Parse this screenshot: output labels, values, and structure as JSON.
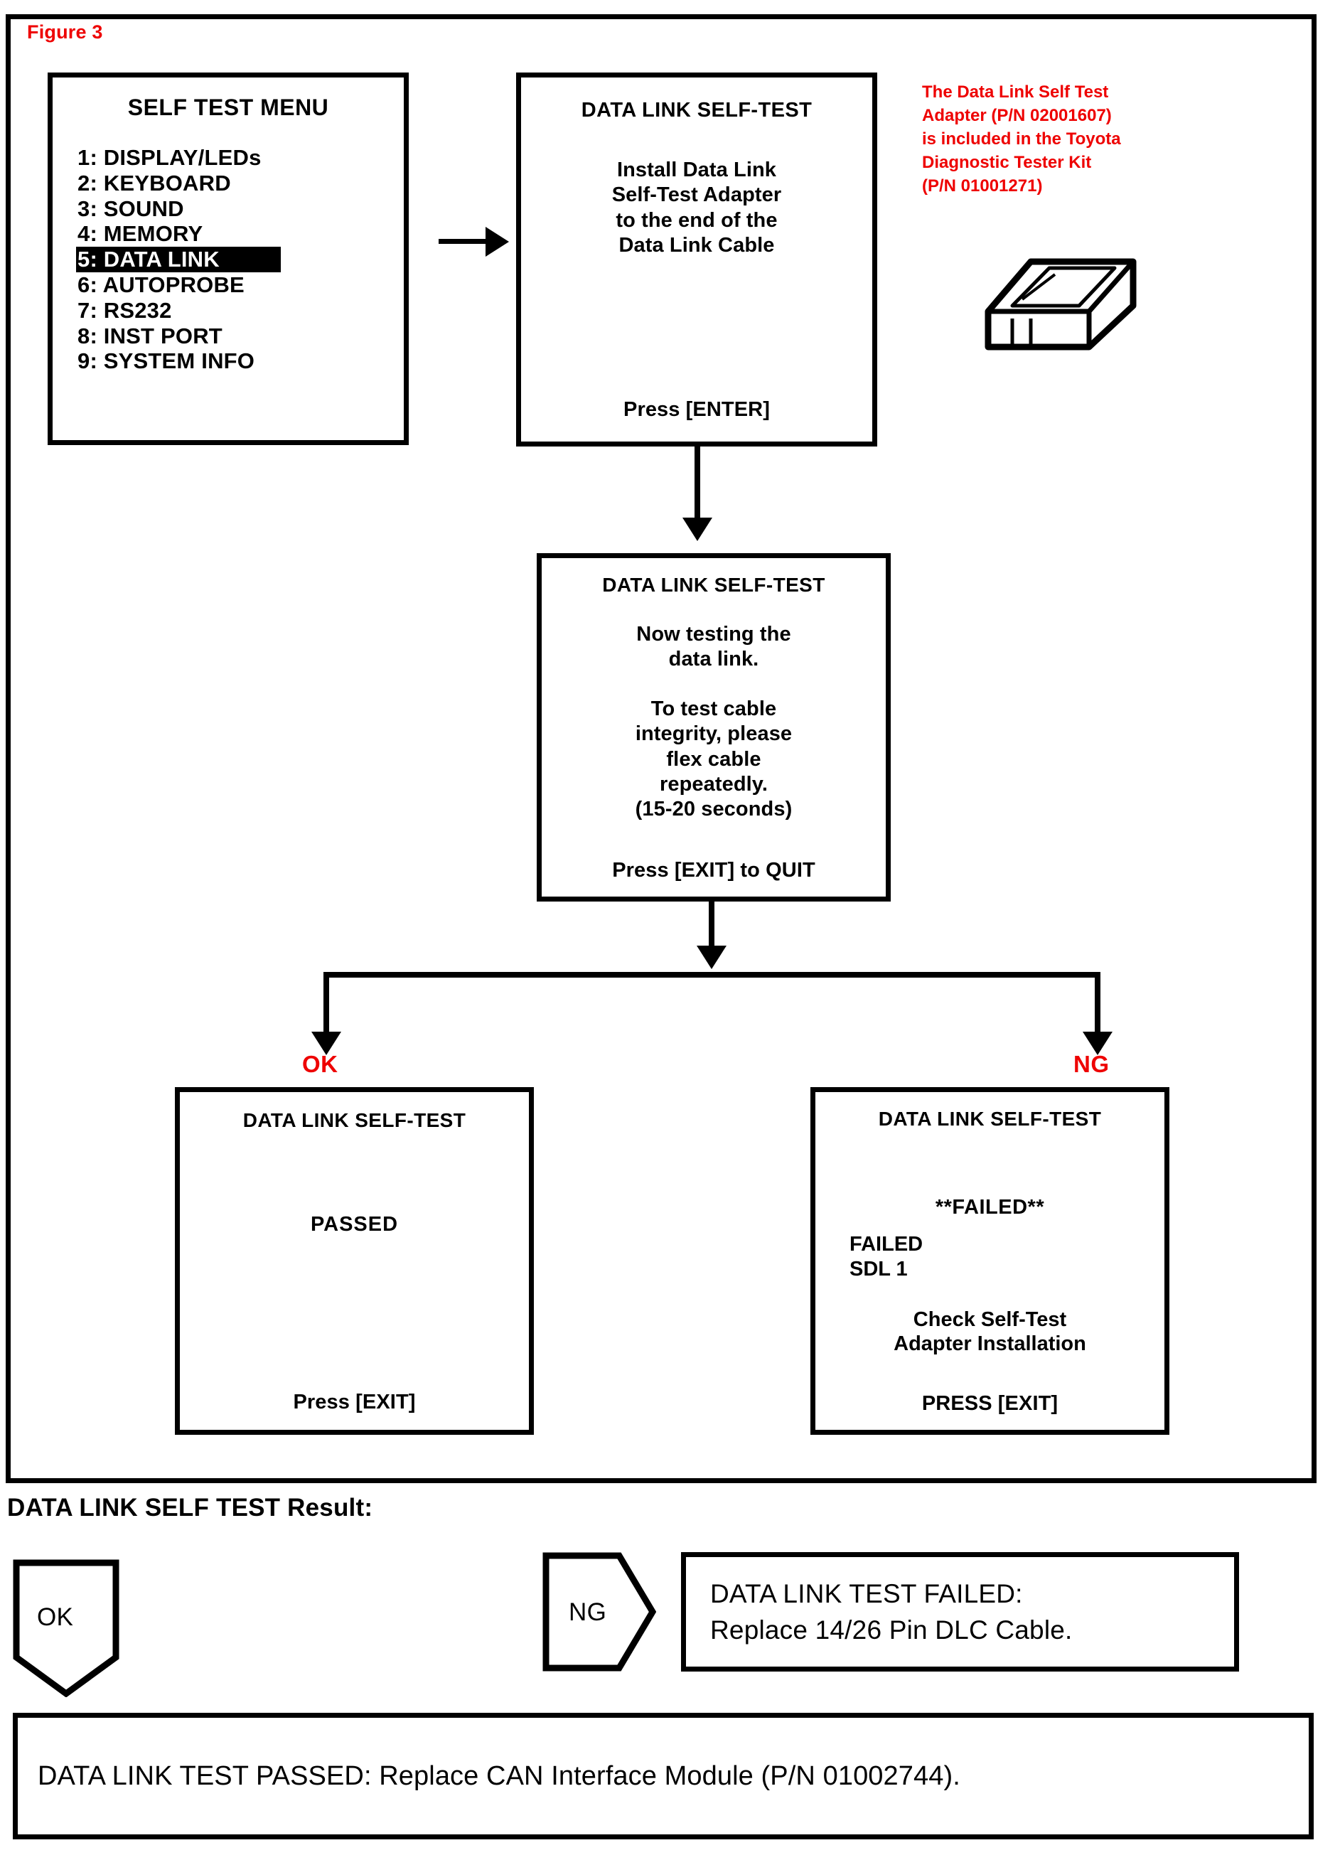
{
  "figure": {
    "label": "Figure 3"
  },
  "menu_screen": {
    "title": "SELF TEST MENU",
    "items": [
      {
        "label": "1: DISPLAY/LEDs",
        "selected": false
      },
      {
        "label": "2: KEYBOARD",
        "selected": false
      },
      {
        "label": "3: SOUND",
        "selected": false
      },
      {
        "label": "4: MEMORY",
        "selected": false
      },
      {
        "label": "5: DATA LINK",
        "selected": true
      },
      {
        "label": "6: AUTOPROBE",
        "selected": false
      },
      {
        "label": "7: RS232",
        "selected": false
      },
      {
        "label": "8: INST PORT",
        "selected": false
      },
      {
        "label": "9: SYSTEM INFO",
        "selected": false
      }
    ]
  },
  "install_screen": {
    "title": "DATA LINK SELF-TEST",
    "body_line1": "Install Data Link",
    "body_line2": "Self-Test Adapter",
    "body_line3": "to the end of the",
    "body_line4": "Data Link Cable",
    "footer": "Press [ENTER]"
  },
  "testing_screen": {
    "title": "DATA LINK SELF-TEST",
    "p1_line1": "Now testing the",
    "p1_line2": "data link.",
    "p2_line1": "To test cable",
    "p2_line2": "integrity, please",
    "p2_line3": "flex cable",
    "p2_line4": "repeatedly.",
    "p2_line5": "(15-20 seconds)",
    "footer": "Press [EXIT] to QUIT"
  },
  "passed_screen": {
    "title": "DATA LINK SELF-TEST",
    "result": "PASSED",
    "footer": "Press [EXIT]"
  },
  "failed_screen": {
    "title": "DATA LINK SELF-TEST",
    "failed_head": "**FAILED**",
    "failed_code_line1": "FAILED",
    "failed_code_line2": "SDL 1",
    "advice_line1": "Check Self-Test",
    "advice_line2": "Adapter Installation",
    "footer": "PRESS [EXIT]"
  },
  "note": {
    "line1": "The Data Link Self Test",
    "line2": "Adapter (P/N 02001607)",
    "line3": "is included in the Toyota",
    "line4": "Diagnostic Tester Kit",
    "line5": "(P/N 01001271)"
  },
  "branch": {
    "ok_label": "OK",
    "ng_label": "NG"
  },
  "bottom": {
    "result_caption": "DATA LINK SELF TEST Result:",
    "ok_tag": "OK",
    "ng_tag": "NG",
    "failed_banner_line1": "DATA LINK TEST FAILED:",
    "failed_banner_line2": "Replace 14/26 Pin DLC Cable.",
    "passed_banner": "DATA LINK TEST PASSED: Replace CAN Interface Module (P/N 01002744)."
  },
  "colors": {
    "accent_red": "#ee0000",
    "line_black": "#000000",
    "background": "#ffffff"
  }
}
